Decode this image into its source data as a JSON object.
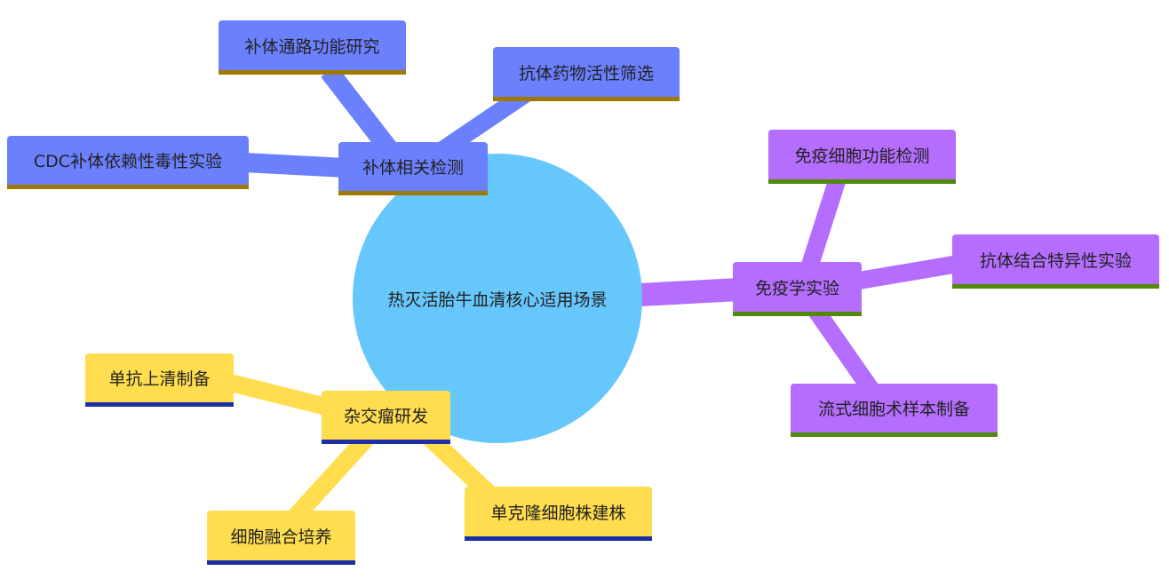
{
  "colors": {
    "root_fill": "#66c7fc",
    "complement_fill": "#6b80fd",
    "complement_border": "#9f7a00",
    "complement_edge": "#6b80fd",
    "immunology_fill": "#b46dfd",
    "immunology_border": "#4f8a0b",
    "immunology_edge": "#b46dfd",
    "hybridoma_fill": "#ffdd4e",
    "hybridoma_border": "#1d2fa5",
    "hybridoma_edge": "#ffdd4e"
  },
  "root": {
    "label": "热灭活胎牛血清核心适用场景"
  },
  "branches": {
    "complement": {
      "label": "补体相关检测",
      "children": [
        "补体通路功能研究",
        "抗体药物活性筛选",
        "CDC补体依赖性毒性实验"
      ]
    },
    "immunology": {
      "label": "免疫学实验",
      "children": [
        "免疫细胞功能检测",
        "抗体结合特异性实验",
        "流式细胞术样本制备"
      ]
    },
    "hybridoma": {
      "label": "杂交瘤研发",
      "children": [
        "单抗上清制备",
        "单克隆细胞株建株",
        "细胞融合培养"
      ]
    }
  }
}
